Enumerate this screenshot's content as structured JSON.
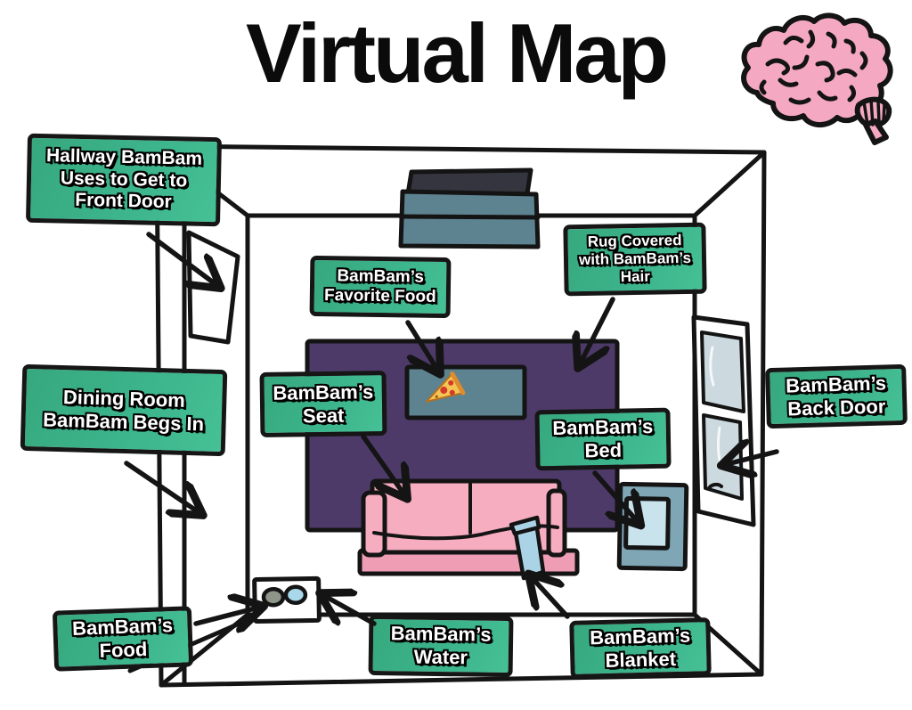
{
  "title": "Virtual Map",
  "labels": {
    "hallway": "Hallway BamBam Uses to Get to Front Door",
    "rug": "Rug Covered with BamBam’s Hair",
    "favorite_food": "BamBam’s Favorite Food",
    "dining": "Dining Room BamBam Begs In",
    "seat": "BamBam’s Seat",
    "bed": "BamBam’s Bed",
    "back_door": "BamBam’s Back Door",
    "food": "BamBam’s Food",
    "water": "BamBam’s Water",
    "blanket": "BamBam’s Blanket"
  },
  "icons": {
    "brain": "brain-icon",
    "pizza": "pizza-icon"
  },
  "colors": {
    "label_green": "#3cb48c",
    "label_border": "#161616",
    "ink": "#141414",
    "rug_purple": "#4e3a69",
    "tv_screen": "#34353f",
    "console_gray": "#5d8290",
    "couch_pink": "#f6adc0",
    "couch_base_pink": "#ef9db4",
    "blanket_blue": "#abd3e6",
    "bed_outer": "#7fa6b5",
    "bed_inner": "#c9e3ed",
    "door_panel": "#ccd9df",
    "water_blue": "#a8d8ea",
    "food_bowl": "#8e968a",
    "brain_pink": "#f4a8c2"
  }
}
